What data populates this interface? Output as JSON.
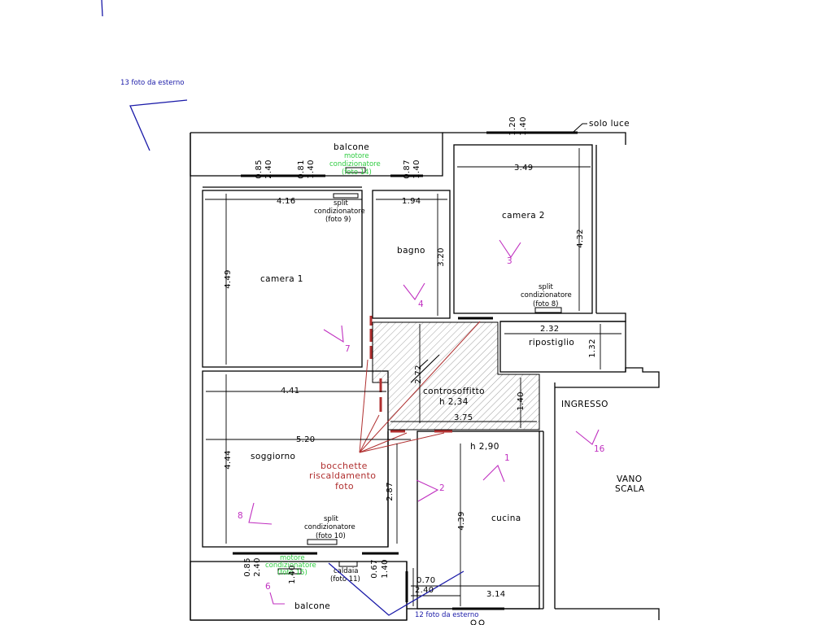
{
  "rooms": {
    "camera1": "camera 1",
    "camera2": "camera 2",
    "bagno": "bagno",
    "soggiorno": "soggiorno",
    "cucina": "cucina",
    "ripostiglio": "ripostiglio",
    "controsoffitto": "controsoffitto",
    "controsoffitto_h": "h 2,34",
    "h_290": "h 2,90",
    "ingresso": "INGRESSO",
    "vano": "VANO",
    "scala": "SCALA",
    "balcone_top": "balcone",
    "balcone_bottom": "balcone"
  },
  "notes": {
    "solo_luce": "solo luce",
    "foto13": "13 foto da esterno",
    "foto12": "12 foto da esterno",
    "split": "split",
    "condizionatore": "condizionatore",
    "foto9": "(foto 9)",
    "foto8": "(foto 8)",
    "foto10": "(foto 10)",
    "caldaia": "caldaia",
    "foto11": "(foto 11)",
    "motore": "motore",
    "motore_cond": "condizionatore",
    "foto14": "(foto 14)",
    "foto15": "(foto 15)",
    "bocchette1": "bocchette",
    "bocchette2": "riscaldamento",
    "bocchette3": "foto"
  },
  "dimensions": {
    "d_416": "4.16",
    "d_194": "1.94",
    "d_349": "3.49",
    "d_432": "4.32",
    "d_449": "4.49",
    "d_320": "3.20",
    "d_232": "2.32",
    "d_132": "1.32",
    "d_272": "2.72",
    "d_140_mid": "1.40",
    "d_375": "3.75",
    "d_441": "4.41",
    "d_520": "5.20",
    "d_444": "4.44",
    "d_287": "2.87",
    "d_439": "4.39",
    "d_314": "3.14",
    "d_070": "0.70",
    "d_240_b": "2.40",
    "w_085_a": "0.85",
    "w_240_a": "2.40",
    "w_081": "0.81",
    "w_140_a": "1.40",
    "w_087": "0.87",
    "w_140_b": "1.40",
    "w_120": "1.20",
    "w_140_c": "1.40",
    "w_085_b": "0.85",
    "w_240_c": "2.40",
    "w_067": "0.67",
    "w_140_d": "1.40",
    "w_140_e": "1.40"
  },
  "photo_markers": [
    "1",
    "2",
    "3",
    "4",
    "6",
    "7",
    "8",
    "16"
  ],
  "colors": {
    "wall": "#000000",
    "photo_marker": "#c030c0",
    "exterior_photo": "#1a1aa8",
    "ac_motor": "#2ecc40",
    "heating_vents": "#b03030"
  }
}
